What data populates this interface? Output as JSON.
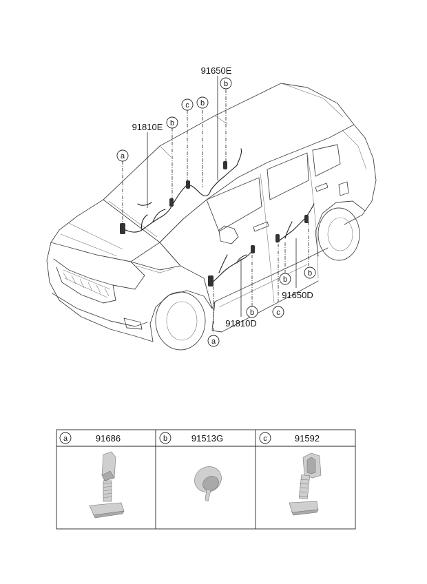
{
  "callouts": {
    "p91650E": "91650E",
    "p91810E": "91810E",
    "p91810D": "91810D",
    "p91650D": "91650D"
  },
  "markers": {
    "a": "a",
    "b": "b",
    "c": "c"
  },
  "table": {
    "cells": [
      {
        "letter": "a",
        "part": "91686"
      },
      {
        "letter": "b",
        "part": "91513G"
      },
      {
        "letter": "c",
        "part": "91592"
      }
    ]
  }
}
